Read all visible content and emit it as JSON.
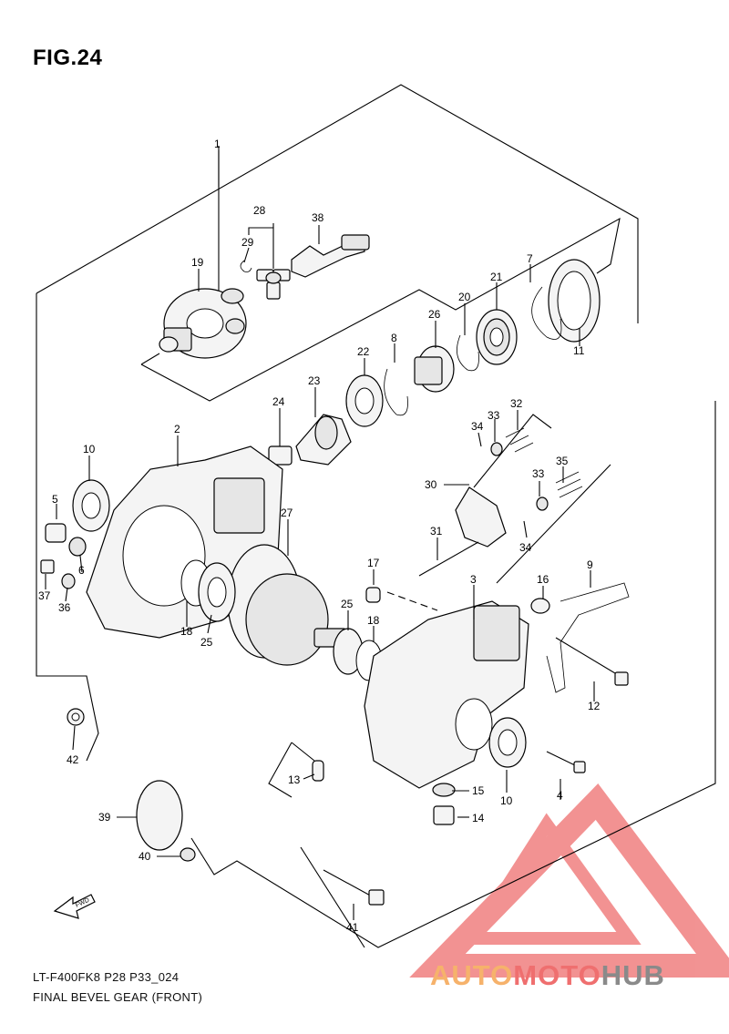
{
  "title": "FIG.24",
  "drawing_code": "LT-F400FK8 P28 P33_024",
  "caption": "FINAL BEVEL GEAR (FRONT)",
  "fwd_label": "FWD",
  "watermark": {
    "part1": "AUTO",
    "part2": "MOTO",
    "part3": "HUB",
    "colors": {
      "auto": "#f6b26b",
      "moto": "#ef6f6f",
      "hub": "#8a8a8a",
      "logo": "#f08080"
    }
  },
  "callouts": [
    "1",
    "2",
    "3",
    "4",
    "5",
    "6",
    "7",
    "8",
    "9",
    "10",
    "10",
    "11",
    "12",
    "13",
    "14",
    "15",
    "16",
    "17",
    "18",
    "18",
    "19",
    "20",
    "21",
    "22",
    "23",
    "24",
    "25",
    "25",
    "26",
    "27",
    "28",
    "29",
    "30",
    "31",
    "32",
    "33",
    "33",
    "34",
    "34",
    "35",
    "36",
    "37",
    "38",
    "39",
    "40",
    "41",
    "42"
  ]
}
